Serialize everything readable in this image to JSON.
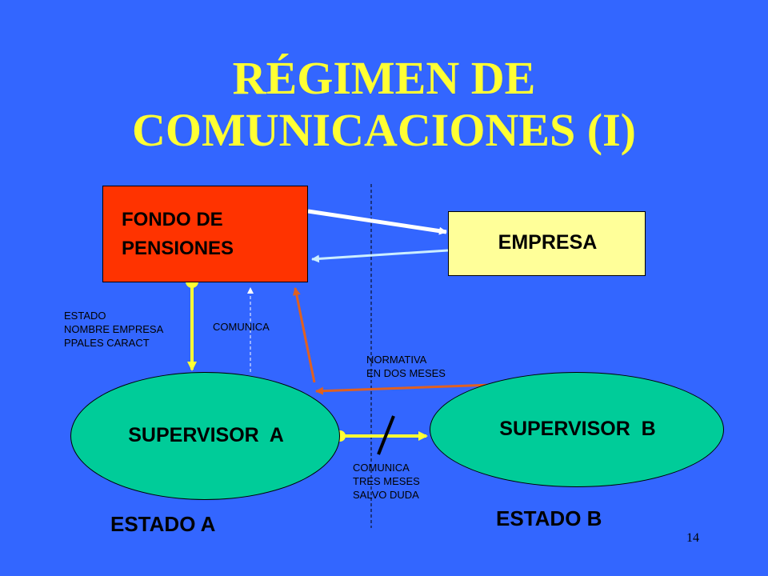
{
  "title": {
    "line1": "RÉGIMEN DE",
    "line2": "COMUNICACIONES (I)"
  },
  "nodes": {
    "fondo": {
      "line1": "FONDO DE",
      "line2": "PENSIONES",
      "color": "#ff3300"
    },
    "empresa": {
      "label": "EMPRESA",
      "color": "#ffff99"
    },
    "supervisor_a": {
      "label": "SUPERVISOR  A",
      "color": "#00cc99"
    },
    "supervisor_b": {
      "label": "SUPERVISOR  B",
      "color": "#00cc99"
    }
  },
  "notes": {
    "estado_info": [
      "ESTADO",
      "NOMBRE EMPRESA",
      "PPALES CARACT"
    ],
    "comunica": "COMUNICA",
    "normativa": [
      "NORMATIVA",
      "EN DOS MESES"
    ],
    "comunica_tres": [
      "COMUNICA",
      "TRES MESES",
      "SALVO DUDA"
    ]
  },
  "states": {
    "a": "ESTADO A",
    "b": "ESTADO B"
  },
  "page_number": "14",
  "colors": {
    "background": "#3366ff",
    "title": "#ffff33",
    "arrow_yellow": "#ffff33",
    "arrow_orange": "#e06020",
    "arrow_white": "#ffffff",
    "arrow_lightblue": "#cceeff"
  }
}
